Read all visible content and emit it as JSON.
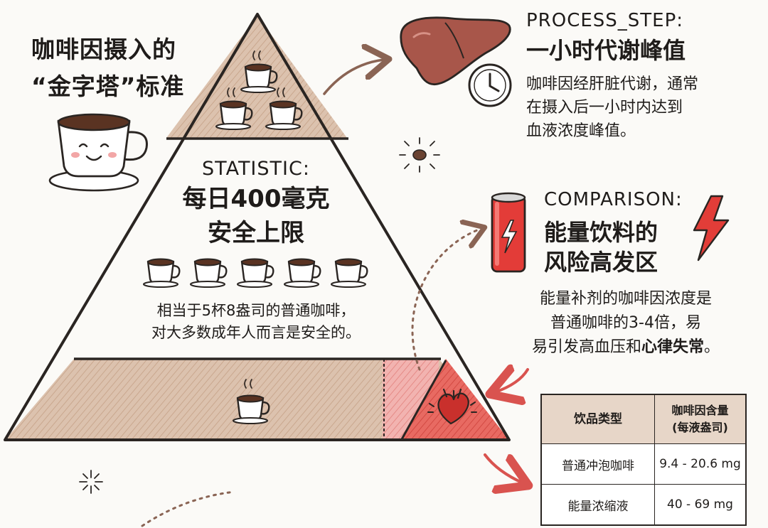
{
  "title": {
    "line1": "咖啡因摄入的",
    "line2": "“金字塔”标准"
  },
  "pyramid": {
    "middle": {
      "kicker": "STATISTIC:",
      "title_line1": "每日400毫克",
      "title_line2": "安全上限",
      "note_line1": "相当于5杯8盎司的普通咖啡，",
      "note_line2": "对大多数成年人而言是安全的。",
      "cup_count": 5
    },
    "top": {
      "cup_count": 3
    },
    "bottom": {
      "cup_count": 1
    }
  },
  "process_step": {
    "kicker": "PROCESS_STEP:",
    "title": "一小时代谢峰值",
    "body_line1": "咖啡因经肝脏代谢，通常",
    "body_line2": "在摄入后一小时内达到",
    "body_line3": "血液浓度峰值。",
    "icons": [
      "liver-icon",
      "clock-icon"
    ]
  },
  "comparison": {
    "kicker": "COMPARISON:",
    "title_line1": "能量饮料的",
    "title_line2": "风险高发区",
    "body_line1": "能量补剂的咖啡因浓度是",
    "body_line2": "普通咖啡的3-4倍，易",
    "body_line3_plain": "易引发高血压和",
    "body_line3_bold": "心律失常",
    "body_line3_end": "。",
    "icons": [
      "energy-can-icon",
      "lightning-icon",
      "heart-icon"
    ]
  },
  "table": {
    "headers": [
      "饮品类型",
      "咖啡因含量",
      "(每液盎司)"
    ],
    "rows": [
      [
        "普通冲泡咖啡",
        "9.4 - 20.6 mg"
      ],
      [
        "能量浓缩液",
        "40 - 69 mg"
      ]
    ]
  },
  "colors": {
    "tier_fill": "#d9bfab",
    "risk_red": "#e45555",
    "risk_pink": "#f0a5a5",
    "outline": "#2a2522",
    "arrow_brown": "#8a6454"
  }
}
